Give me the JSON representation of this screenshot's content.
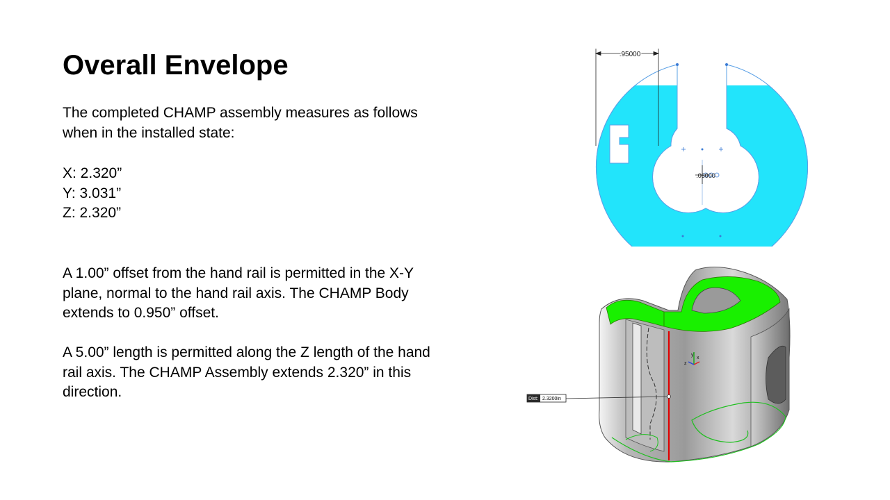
{
  "slide": {
    "title": "Overall Envelope",
    "intro": "The completed CHAMP assembly measures as follows when in the installed state:",
    "dimensions": [
      "X: 2.320”",
      "Y: 3.031”",
      "Z: 2.320”"
    ],
    "paragraphs": [
      "A 1.00” offset from the hand rail is permitted in the X-Y plane, normal to the hand rail axis. The CHAMP Body extends to 0.950” offset.",
      "A 5.00” length is permitted along the Z length of the hand rail axis. The CHAMP Assembly extends 2.320” in this direction."
    ]
  },
  "sketch": {
    "offset_dimension": ".95000",
    "center_dimension": ".06000",
    "fill_color": "#22e4fb",
    "line_color": "#5aa0e6"
  },
  "model": {
    "measure_label": "Dist:",
    "measure_value": "2.3200in",
    "face_color": "#19f000",
    "edge_color": "#e00000",
    "axis_x": "x",
    "axis_y": "y",
    "axis_z": "z"
  }
}
